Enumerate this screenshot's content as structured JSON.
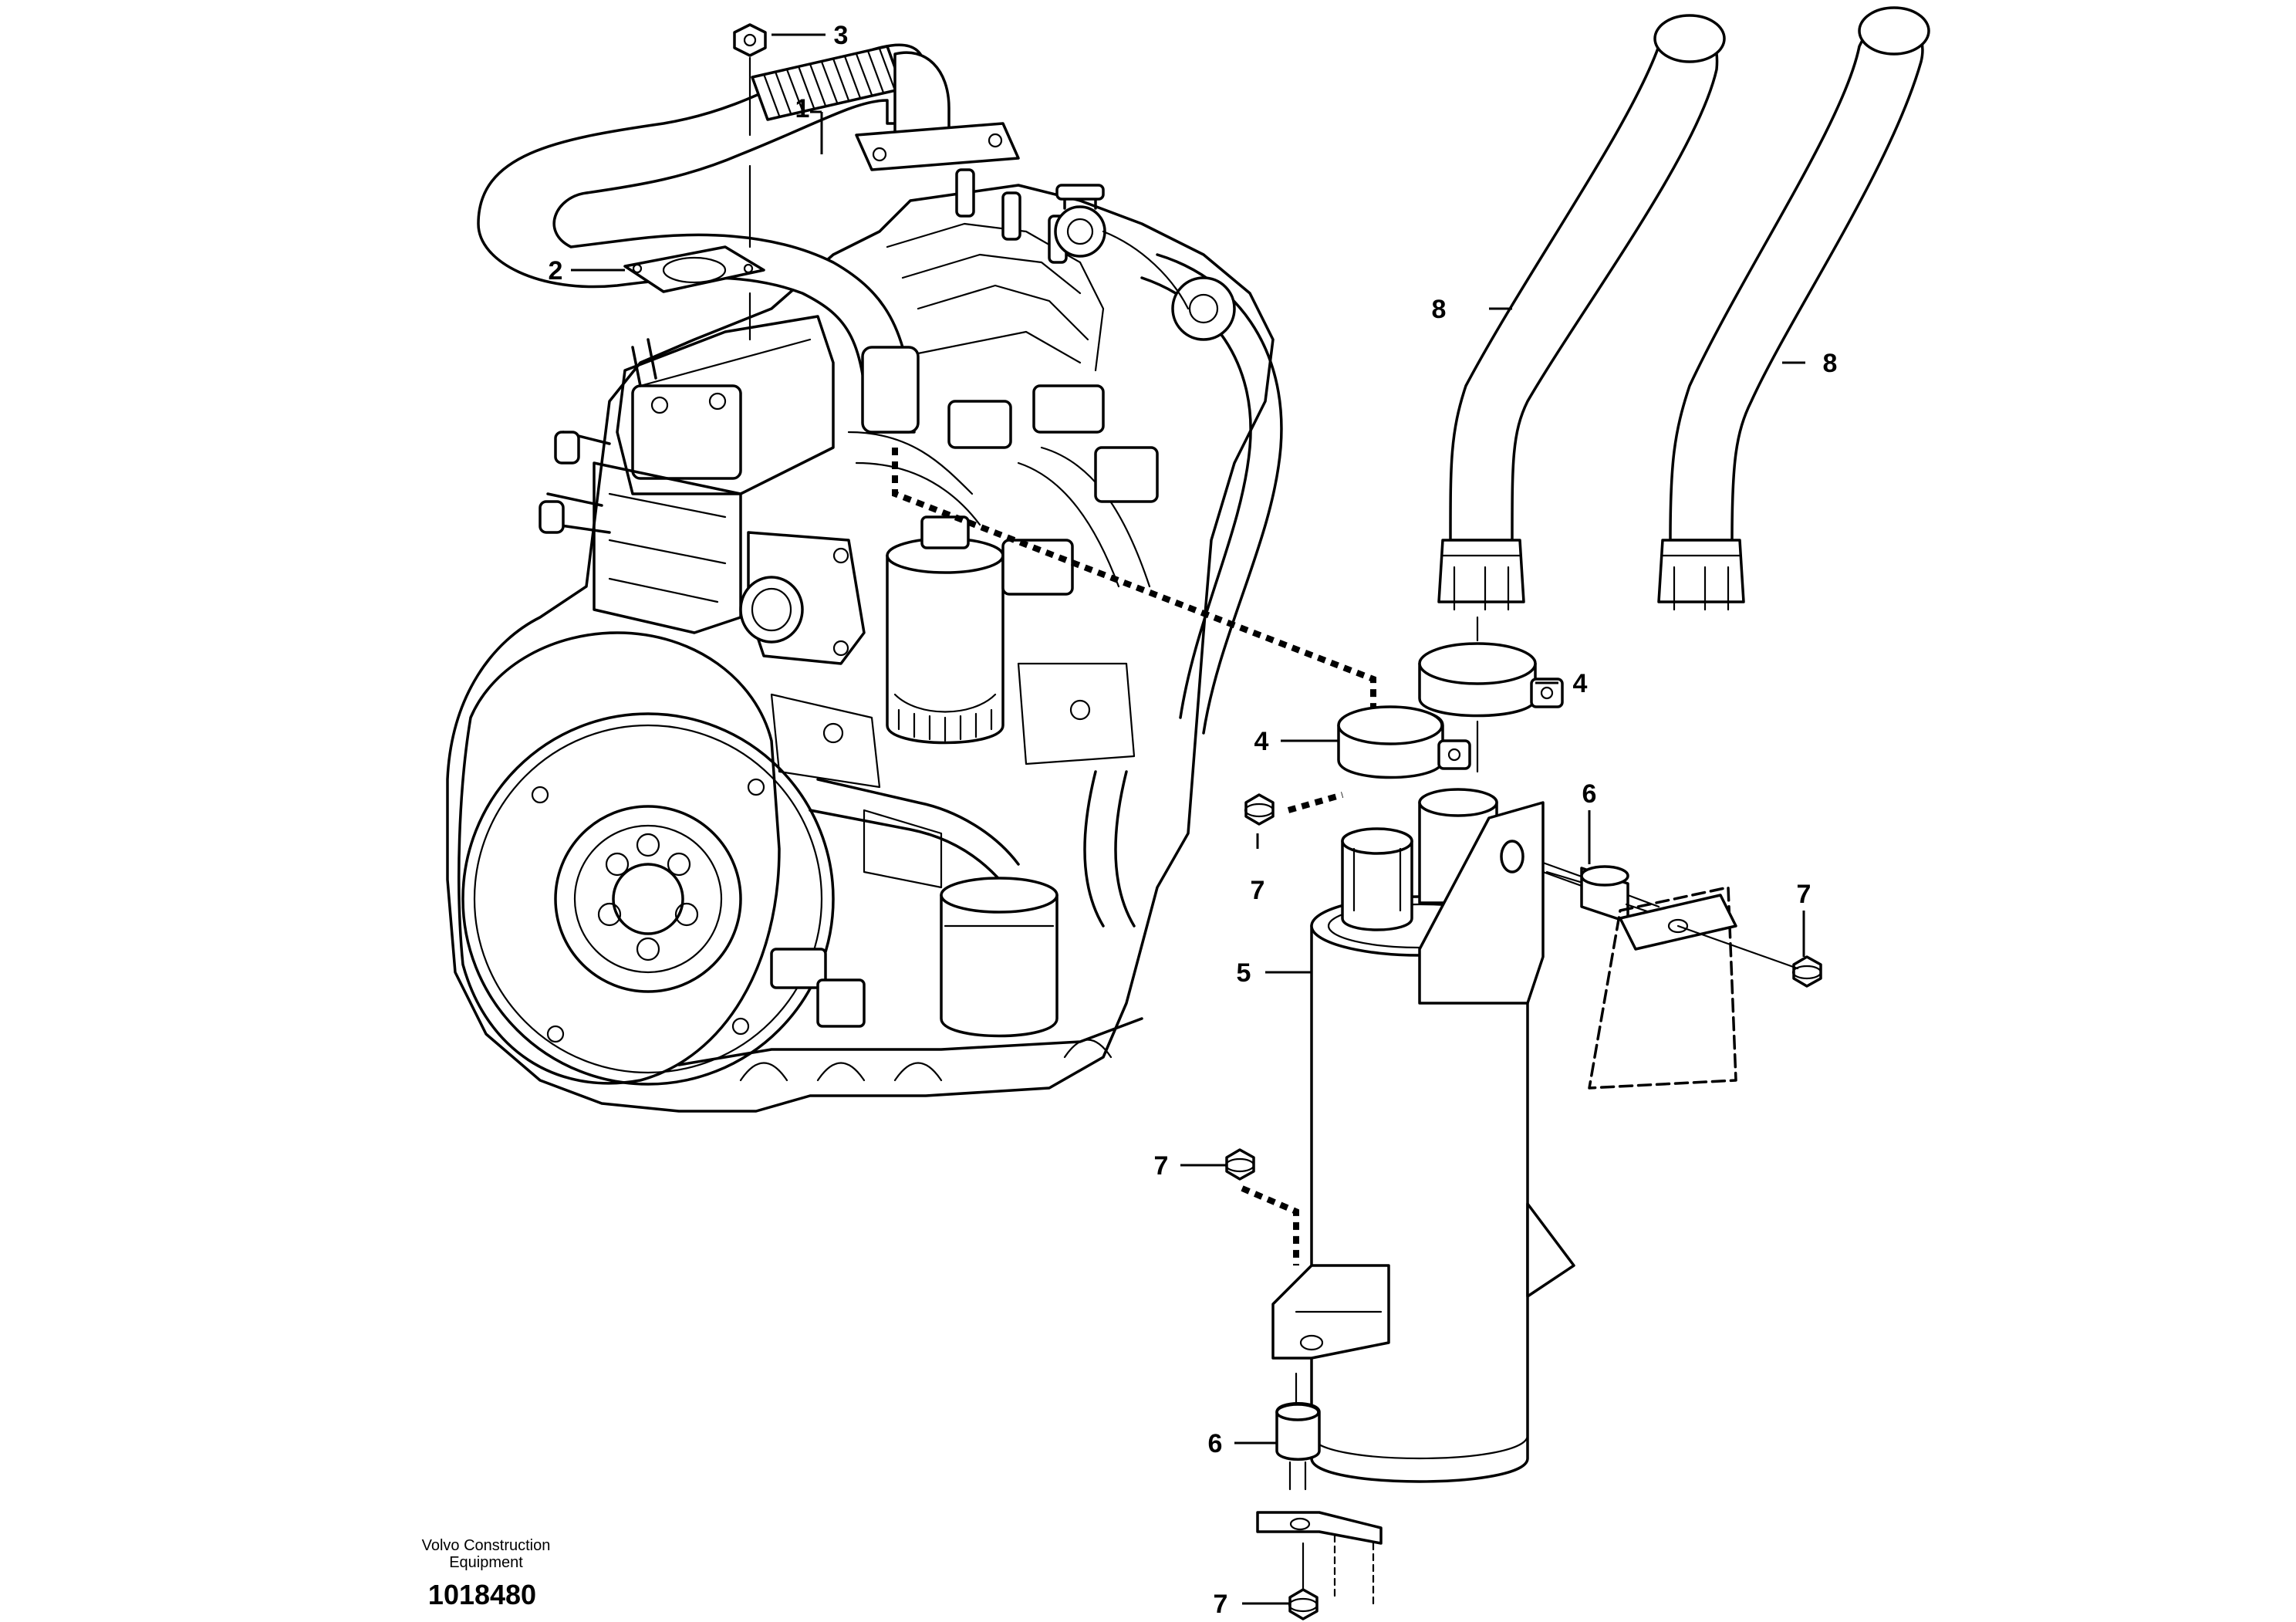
{
  "callouts": [
    {
      "id": "c1",
      "number": "1"
    },
    {
      "id": "c2",
      "number": "2"
    },
    {
      "id": "c3",
      "number": "3"
    },
    {
      "id": "c4a",
      "number": "4"
    },
    {
      "id": "c4b",
      "number": "4"
    },
    {
      "id": "c5",
      "number": "5"
    },
    {
      "id": "c6a",
      "number": "6"
    },
    {
      "id": "c6b",
      "number": "6"
    },
    {
      "id": "c7a",
      "number": "7"
    },
    {
      "id": "c7b",
      "number": "7"
    },
    {
      "id": "c7c",
      "number": "7"
    },
    {
      "id": "c7d",
      "number": "7"
    },
    {
      "id": "c8a",
      "number": "8"
    },
    {
      "id": "c8b",
      "number": "8"
    }
  ],
  "footer": {
    "brand_line_1": "Volvo Construction",
    "brand_line_2": "Equipment",
    "drawing_number": "1018480"
  }
}
